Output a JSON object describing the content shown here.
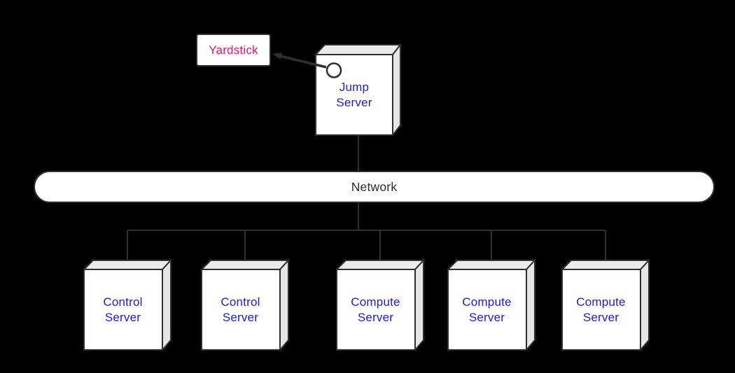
{
  "diagram": {
    "title": "deployment-diagram",
    "background_color": "#000000",
    "colors": {
      "node_face": "#ffffff",
      "node_shade": "#ebebeb",
      "outline": "#2f2f2f",
      "server_label": "#1b1bd9",
      "yardstick_label": "#ef146e",
      "network_label": "#2b2b2b"
    },
    "yardstick": {
      "label": "Yardstick"
    },
    "jump_server": {
      "label": "Jump\nServer"
    },
    "interface_icon": "provided-interface-circle",
    "network": {
      "label": "Network"
    },
    "servers": [
      {
        "label": "Control\nServer"
      },
      {
        "label": "Control\nServer"
      },
      {
        "label": "Compute\nServer"
      },
      {
        "label": "Compute\nServer"
      },
      {
        "label": "Compute\nServer"
      }
    ]
  }
}
